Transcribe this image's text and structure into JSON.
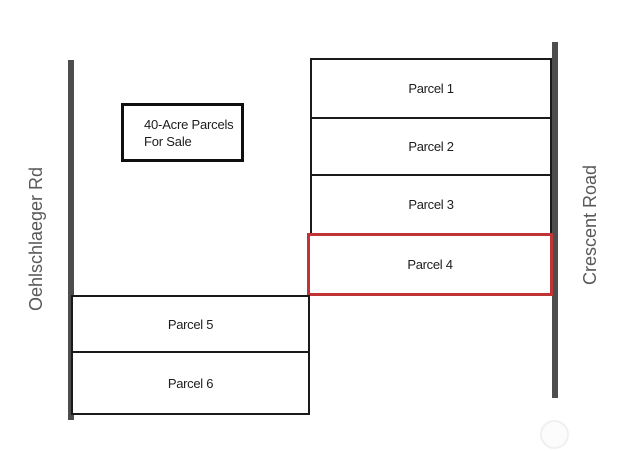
{
  "map": {
    "sale_box": {
      "line1": "40-Acre Parcels",
      "line2": "For Sale"
    },
    "road_left": {
      "name": "Oehlschlaeger Rd"
    },
    "road_right": {
      "name": "Crescent Road"
    },
    "parcels": [
      {
        "label": "Parcel 1",
        "highlighted": false
      },
      {
        "label": "Parcel 2",
        "highlighted": false
      },
      {
        "label": "Parcel 3",
        "highlighted": false
      },
      {
        "label": "Parcel 4",
        "highlighted": true
      },
      {
        "label": "Parcel 5",
        "highlighted": false
      },
      {
        "label": "Parcel 6",
        "highlighted": false
      }
    ],
    "colors": {
      "highlight_border": "#bf3434",
      "road_fill": "#4d4d4d",
      "parcel_border": "#1a1a1a",
      "road_label_text": "#595959"
    }
  }
}
